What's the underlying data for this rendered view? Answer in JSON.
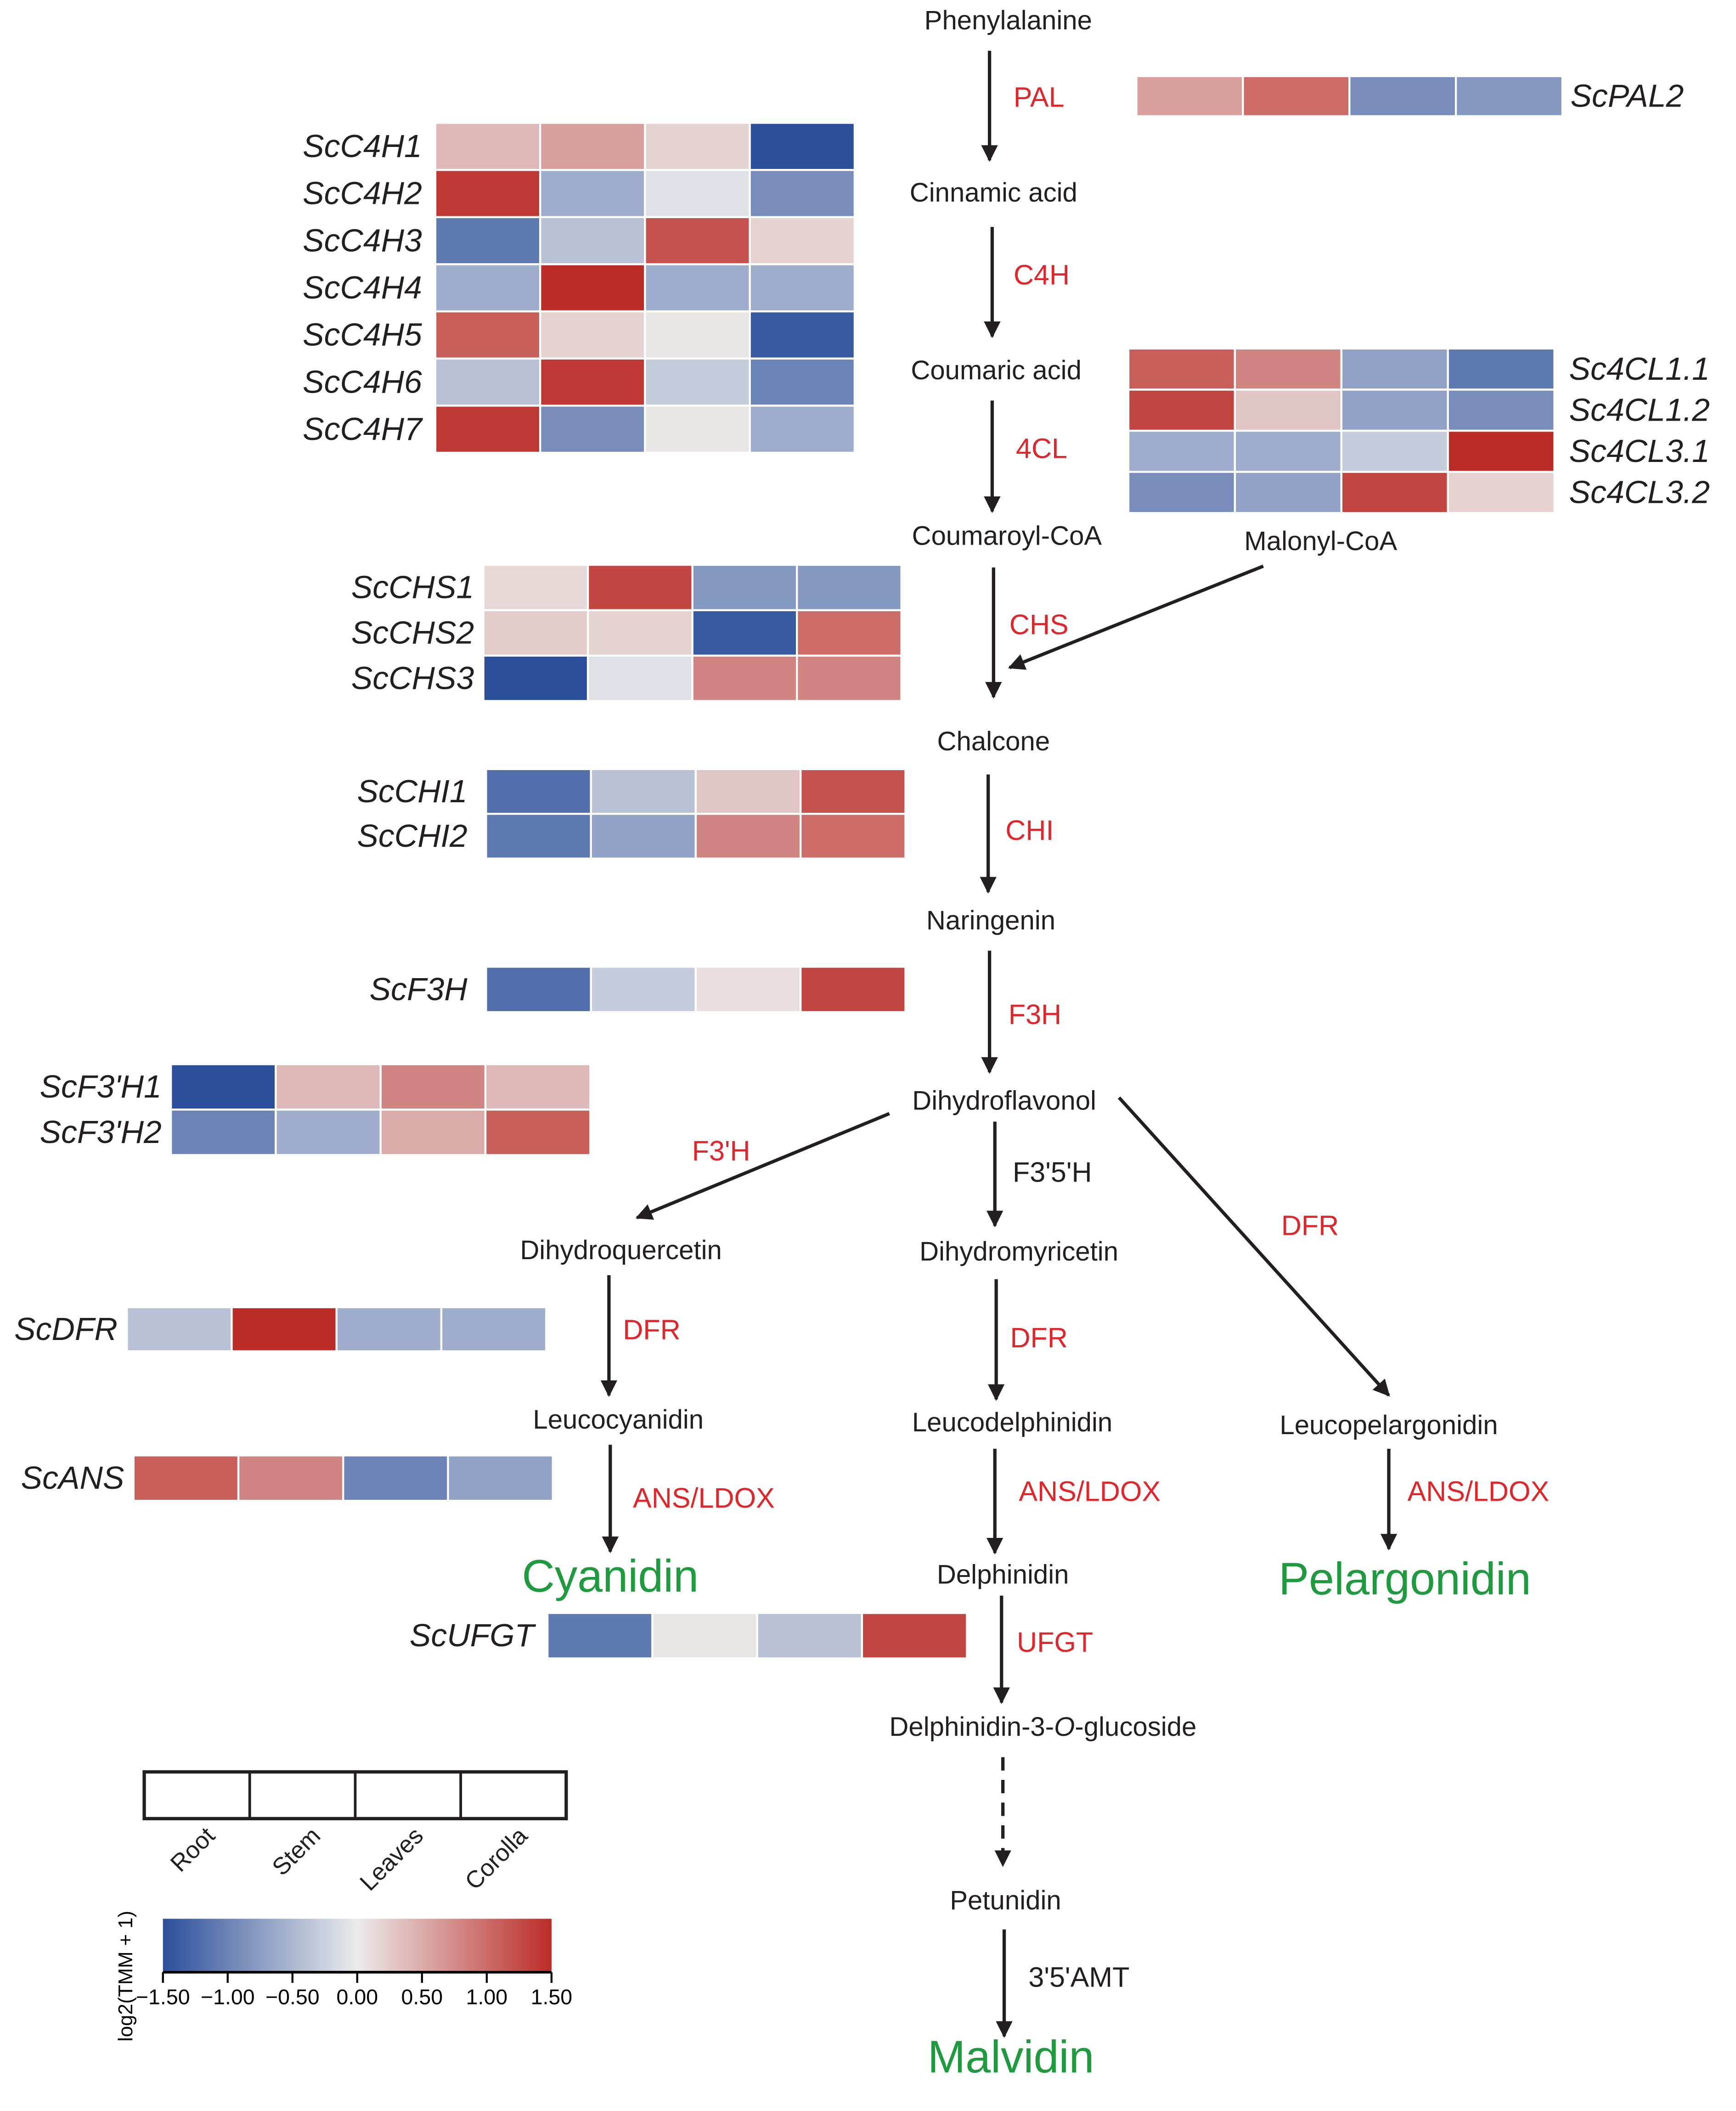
{
  "metabolites": {
    "phenylalanine": "Phenylalanine",
    "cinnamic_acid": "Cinnamic acid",
    "coumaric_acid": "Coumaric acid",
    "coumaroyl_coa": "Coumaroyl-CoA",
    "malonyl_coa": "Malonyl-CoA",
    "chalcone": "Chalcone",
    "naringenin": "Naringenin",
    "dihydroflavonol": "Dihydroflavonol",
    "dihydroquercetin": "Dihydroquercetin",
    "dihydromyricetin": "Dihydromyricetin",
    "leucocyanidin": "Leucocyanidin",
    "leucodelphinidin": "Leucodelphinidin",
    "leucopelargonidin": "Leucopelargonidin",
    "delphinidin": "Delphinidin",
    "delphinidin_glucoside_a": "Delphinidin-3-",
    "delphinidin_glucoside_b": "O",
    "delphinidin_glucoside_c": "-glucoside",
    "petunidin": "Petunidin"
  },
  "products": {
    "cyanidin": "Cyanidin",
    "pelargonidin": "Pelargonidin",
    "malvidin": "Malvidin"
  },
  "enzymes": {
    "pal": "PAL",
    "c4h": "C4H",
    "4cl": "4CL",
    "chs": "CHS",
    "chi": "CHI",
    "f3h": "F3H",
    "f3ph": "F3'H",
    "f35h": "F3'5'H",
    "dfr": "DFR",
    "ans": "ANS/LDOX",
    "ufgt": "UFGT",
    "amt": "3'5'AMT"
  },
  "heatmaps": {
    "pal": [
      {
        "gene": "ScPAL2",
        "values": [
          0.6,
          1.0,
          -0.9,
          -0.8
        ]
      }
    ],
    "c4h": [
      {
        "gene": "ScC4H1",
        "values": [
          0.4,
          0.6,
          0.2,
          -1.5
        ]
      },
      {
        "gene": "ScC4H2",
        "values": [
          1.4,
          -0.6,
          -0.1,
          -0.9
        ]
      },
      {
        "gene": "ScC4H3",
        "values": [
          -1.1,
          -0.4,
          1.2,
          0.2
        ]
      },
      {
        "gene": "ScC4H4",
        "values": [
          -0.6,
          1.5,
          -0.6,
          -0.6
        ]
      },
      {
        "gene": "ScC4H5",
        "values": [
          1.1,
          0.2,
          0.05,
          -1.4
        ]
      },
      {
        "gene": "ScC4H6",
        "values": [
          -0.4,
          1.4,
          -0.3,
          -1.0
        ]
      },
      {
        "gene": "ScC4H7",
        "values": [
          1.4,
          -0.9,
          0.05,
          -0.6
        ]
      }
    ],
    "4cl": [
      {
        "gene": "Sc4CL1.1",
        "values": [
          1.1,
          0.8,
          -0.7,
          -1.1
        ]
      },
      {
        "gene": "Sc4CL1.2",
        "values": [
          1.3,
          0.3,
          -0.7,
          -0.9
        ]
      },
      {
        "gene": "Sc4CL3.1",
        "values": [
          -0.6,
          -0.6,
          -0.3,
          1.5
        ]
      },
      {
        "gene": "Sc4CL3.2",
        "values": [
          -0.9,
          -0.7,
          1.3,
          0.2
        ]
      }
    ],
    "chs": [
      {
        "gene": "ScCHS1",
        "values": [
          0.15,
          1.3,
          -0.8,
          -0.8
        ]
      },
      {
        "gene": "ScCHS2",
        "values": [
          0.25,
          0.2,
          -1.4,
          1.0
        ]
      },
      {
        "gene": "ScCHS3",
        "values": [
          -1.5,
          -0.1,
          0.8,
          0.8
        ]
      }
    ],
    "chi": [
      {
        "gene": "ScCHI1",
        "values": [
          -1.2,
          -0.4,
          0.3,
          1.2
        ]
      },
      {
        "gene": "ScCHI2",
        "values": [
          -1.1,
          -0.7,
          0.8,
          1.0
        ]
      }
    ],
    "f3h": [
      {
        "gene": "ScF3H",
        "values": [
          -1.2,
          -0.3,
          0.1,
          1.3
        ]
      }
    ],
    "f3ph": [
      {
        "gene": "ScF3'H1",
        "values": [
          -1.5,
          0.4,
          0.8,
          0.4
        ]
      },
      {
        "gene": "ScF3'H2",
        "values": [
          -1.0,
          -0.6,
          0.5,
          1.1
        ]
      }
    ],
    "dfr": [
      {
        "gene": "ScDFR",
        "values": [
          -0.4,
          1.5,
          -0.6,
          -0.6
        ]
      }
    ],
    "ans": [
      {
        "gene": "ScANS",
        "values": [
          1.1,
          0.8,
          -1.0,
          -0.7
        ]
      }
    ],
    "ufgt": [
      {
        "gene": "ScUFGT",
        "values": [
          -1.1,
          0.05,
          -0.4,
          1.3
        ]
      }
    ]
  },
  "legend": {
    "tissues": [
      "Root",
      "Stem",
      "Leaves",
      "Corolla"
    ],
    "scale_label": "log2(TMM + 1)",
    "ticks": [
      "−1.50",
      "−1.00",
      "−0.50",
      "0.00",
      "0.50",
      "1.00",
      "1.50"
    ],
    "range": [
      -1.5,
      1.5
    ],
    "colors": {
      "low": "#2b4f9b",
      "mid": "#ebebeb",
      "high": "#bb2c27"
    }
  }
}
